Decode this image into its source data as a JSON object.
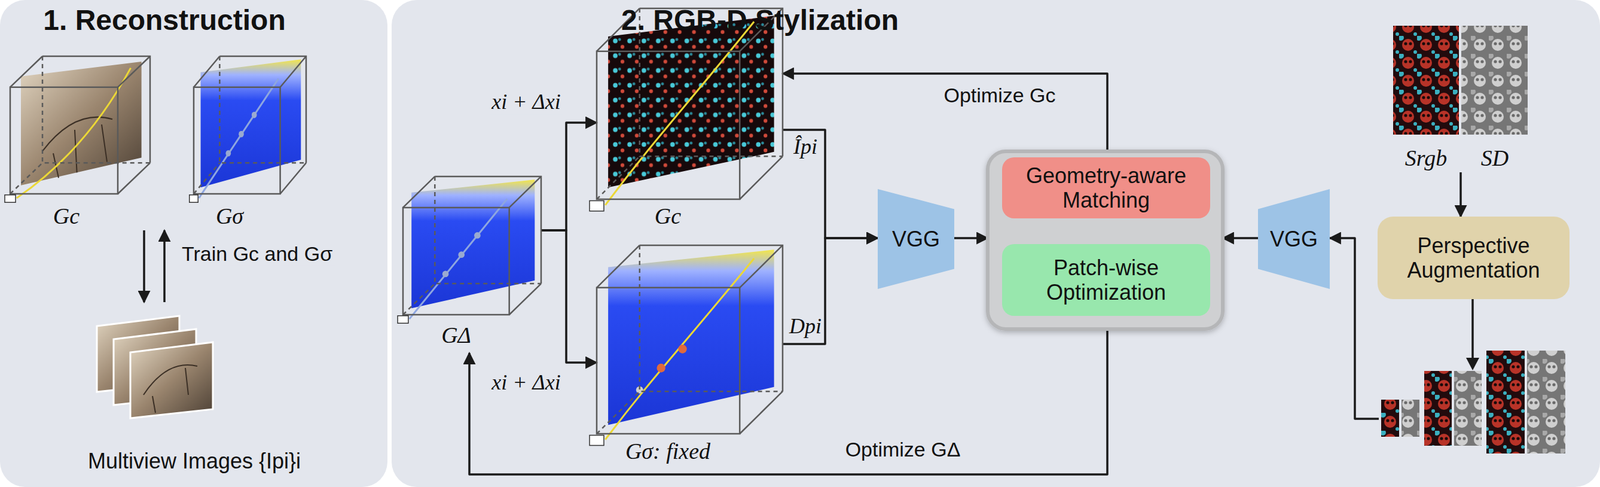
{
  "diagram": {
    "nodes": [
      {
        "text": [
          "1. Reconstruction"
        ]
      },
      {
        "text": [
          "Gc"
        ],
        "in": 0
      },
      {
        "text": [
          "Gσ"
        ],
        "in": 0
      },
      {
        "text": [
          "Multiview Images {Ipi}i"
        ],
        "in": 0
      },
      {
        "text": [
          "2. RGB-D Stylization"
        ]
      },
      {
        "text": [
          "GΔ"
        ],
        "in": 4
      },
      {
        "text": [
          "Gc"
        ],
        "in": 4
      },
      {
        "text": [
          "Gσ: fixed"
        ],
        "in": 4
      },
      {
        "text": [
          "VGG"
        ],
        "in": 4
      },
      {
        "text": [
          "Geometry-aware Matching"
        ],
        "in": 4
      },
      {
        "text": [
          "Patch-wise Optimization"
        ],
        "in": 4
      },
      {
        "text": [
          "VGG"
        ],
        "in": 4
      },
      {
        "text": [
          "Srgb",
          "SD"
        ],
        "in": 4
      },
      {
        "text": [
          "Perspective Augmentation"
        ],
        "in": 4
      }
    ],
    "edges": [
      {
        "from": 1,
        "to": 3,
        "arrow": "to"
      },
      {
        "from": 3,
        "to": 2,
        "arrow": "to",
        "label": "Train Gc and Gσ"
      },
      {
        "from": 5,
        "to": 6,
        "arrow": "to",
        "label": "xi + Δxi"
      },
      {
        "from": 5,
        "to": 7,
        "arrow": "to",
        "label": "xi + Δxi"
      },
      {
        "from": 6,
        "to": 8,
        "arrow": "to",
        "label": "Îpi"
      },
      {
        "from": 7,
        "to": 8,
        "arrow": "to",
        "label": "Dpi"
      },
      {
        "from": 8,
        "to": 9,
        "arrow": "to"
      },
      {
        "from": 11,
        "to": 9,
        "arrow": "to"
      },
      {
        "from": 9,
        "to": 6,
        "arrow": "to",
        "label": "Optimize Gc"
      },
      {
        "from": 10,
        "to": 5,
        "arrow": "to",
        "label": "Optimize GΔ"
      },
      {
        "from": 12,
        "to": 13,
        "arrow": "to"
      },
      {
        "from": 13,
        "to": 11,
        "arrow": "to"
      }
    ]
  }
}
